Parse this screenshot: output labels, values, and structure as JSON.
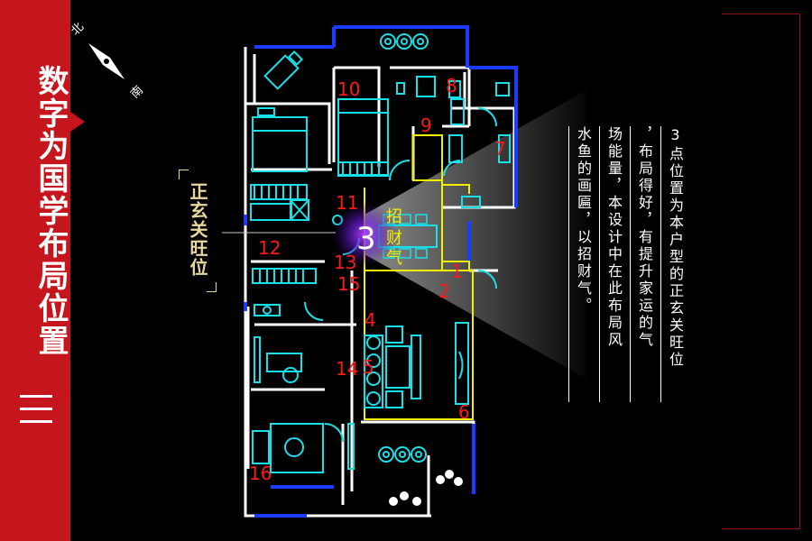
{
  "sidebar": {
    "title": "数字为国学布局位置",
    "accent_color": "#c4161c"
  },
  "compass": {
    "north": "北",
    "south": "南"
  },
  "marker": {
    "number": "3",
    "caption": "招财气"
  },
  "label": {
    "text": "正玄关旺位"
  },
  "description": {
    "columns": [
      "3点位置为本户型的正玄关旺位",
      "，布局得好，有提升家运的气",
      "场能量，本设计中在此布局风",
      "水鱼的画匾，以招财气。"
    ]
  },
  "plan": {
    "numbers": [
      "1",
      "2",
      "3",
      "4",
      "5",
      "6",
      "7",
      "8",
      "9",
      "10",
      "11",
      "12",
      "13",
      "14",
      "15",
      "16"
    ],
    "number_color": "#ff1a1a",
    "wall_color": "#ffffff",
    "window_color": "#1a3cff",
    "furniture_color": "#19e0e8",
    "zone_color": "#f0f000"
  }
}
